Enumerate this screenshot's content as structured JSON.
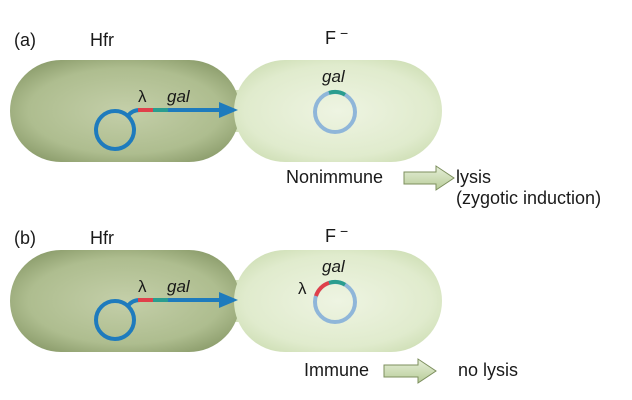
{
  "panel_a": {
    "letter": "(a)",
    "donor_label": "Hfr",
    "recipient_label": "F",
    "recipient_superscript": "−",
    "lambda_label": "λ",
    "gal_label": "gal",
    "recipient_gal_label": "gal",
    "status": "Nonimmune",
    "outcome_line1": "lysis",
    "outcome_line2": "(zygotic induction)"
  },
  "panel_b": {
    "letter": "(b)",
    "donor_label": "Hfr",
    "recipient_label": "F",
    "recipient_superscript": "−",
    "lambda_label": "λ",
    "gal_label": "gal",
    "recipient_gal_label": "gal",
    "recipient_lambda_label": "λ",
    "status": "Immune",
    "outcome_line1": "no lysis"
  },
  "colors": {
    "hfr_cell": "#a9b98a",
    "f_cell": "#dbe8c7",
    "dna_blue": "#1e7bbd",
    "plasmid_light_blue": "#8fb6d9",
    "lambda_red": "#e0404a",
    "gal_teal": "#2a9d8f",
    "arrow_fill": "#c9dcb2"
  }
}
